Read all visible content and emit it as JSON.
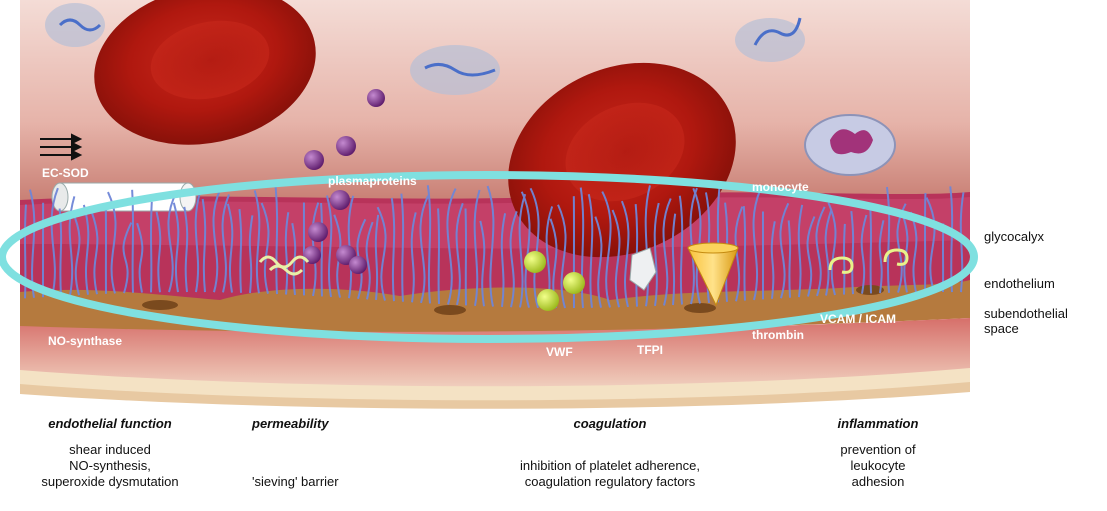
{
  "diagram": {
    "in_image_labels": {
      "ec_sod": "EC-SOD",
      "plasmaproteins": "plasmaproteins",
      "monocyte": "monocyte",
      "no_synthase": "NO-synthase",
      "vwf": "VWF",
      "tfpi": "TFPI",
      "thrombin": "thrombin",
      "vcam_icam": "VCAM / ICAM"
    },
    "side_labels": {
      "glycocalyx": "glycocalyx",
      "endothelium": "endothelium",
      "subendothelial_line1": "subendothelial",
      "subendothelial_line2": "space"
    },
    "captions": [
      {
        "heading": "endothelial function",
        "lines": [
          "shear induced",
          "NO-synthesis,",
          "superoxide dysmutation"
        ]
      },
      {
        "heading": "permeability",
        "lines": [
          "'sieving' barrier"
        ]
      },
      {
        "heading": "coagulation",
        "lines": [
          "inhibition of platelet adherence,",
          "coagulation regulatory factors"
        ]
      },
      {
        "heading": "inflammation",
        "lines": [
          "prevention of",
          "leukocyte",
          "adhesion"
        ]
      }
    ],
    "highlight_color": "#7fe0e0",
    "icons": [
      "flow-arrows-icon",
      "red-blood-cell-icon",
      "monocyte-icon",
      "plasma-protein-icon",
      "cone-icon"
    ]
  }
}
